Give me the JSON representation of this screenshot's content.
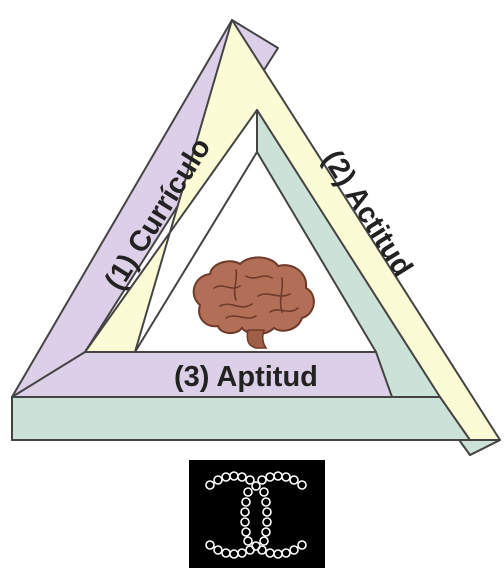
{
  "diagram": {
    "labels": {
      "curriculo": "(1) Currículo",
      "actitud": "(2) Actitud",
      "aptitud": "(3) Aptitud"
    },
    "center_icon": "brain-icon",
    "logo_icon": "chain-logo-icon",
    "colors": {
      "purple_band": "#dcd0e8",
      "yellow_band": "#fbfbd6",
      "green_band": "#cde2d6",
      "outline": "#444444",
      "text": "#222222",
      "brain": "#b26e56",
      "logo_bg": "#000000",
      "logo_fg": "#ffffff"
    }
  }
}
